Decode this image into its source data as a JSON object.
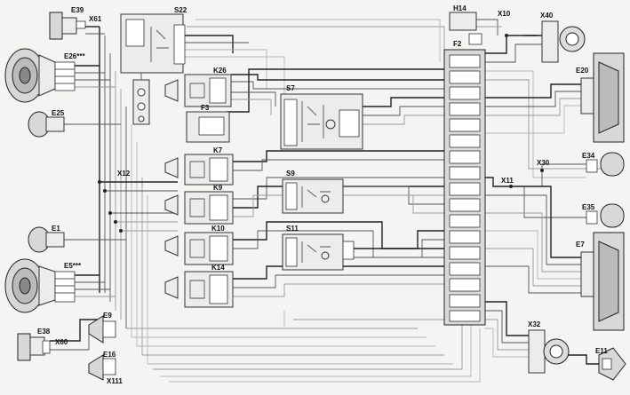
{
  "labels": {
    "E39": "E39",
    "X61": "X61",
    "S22": "S22",
    "H14": "H14",
    "X10": "X10",
    "X40": "X40",
    "E26": "E26***",
    "E25": "E25",
    "K26": "K26",
    "F2": "F2",
    "S7": "S7",
    "F3": "F3",
    "E20": "E20",
    "K7": "K7",
    "X12": "X12",
    "K9": "K9",
    "S9": "S9",
    "X30": "X30",
    "E34": "E34",
    "X11": "X11",
    "E35": "E35",
    "E1": "E1",
    "K10": "K10",
    "S11": "S11",
    "E5": "E5***",
    "K14": "K14",
    "E7": "E7",
    "E9": "E9",
    "X32": "X32",
    "E38": "E38",
    "X60": "X60",
    "E16": "E16",
    "E11": "E11",
    "X111": "X111"
  },
  "colors": {
    "background": "#f4f4f2",
    "wire_dark": "#222222",
    "wire_mid": "#555555",
    "wire_light": "#999999"
  }
}
